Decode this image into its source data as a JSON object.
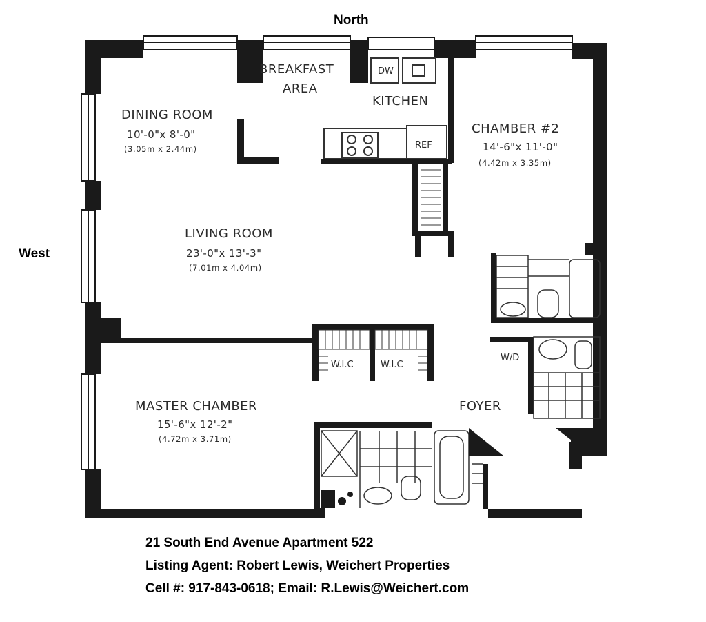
{
  "compass": {
    "north": "North",
    "west": "West"
  },
  "rooms": {
    "breakfast": {
      "line1": "BREAKFAST",
      "line2": "AREA"
    },
    "dw": "DW",
    "kitchen": "KITCHEN",
    "ref": "REF",
    "dining": {
      "name": "DINING ROOM",
      "size": "10'-0\"x 8'-0\"",
      "metric": "(3.05m x 2.44m)"
    },
    "chamber2": {
      "name": "CHAMBER #2",
      "size": "14'-6\"x 11'-0\"",
      "metric": "(4.42m x 3.35m)"
    },
    "living": {
      "name": "LIVING ROOM",
      "size": "23'-0\"x 13'-3\"",
      "metric": "(7.01m x 4.04m)"
    },
    "wic1": "W.I.C",
    "wic2": "W.I.C",
    "wd": "W/D",
    "foyer": "FOYER",
    "master": {
      "name": "MASTER CHAMBER",
      "size": "15'-6\"x 12'-2\"",
      "metric": "(4.72m x 3.71m)"
    }
  },
  "listing": {
    "address": "21 South End Avenue Apartment 522",
    "agent": "Listing Agent: Robert Lewis, Weichert Properties",
    "contact": "Cell #: 917-843-0618; Email: R.Lewis@Weichert.com"
  }
}
